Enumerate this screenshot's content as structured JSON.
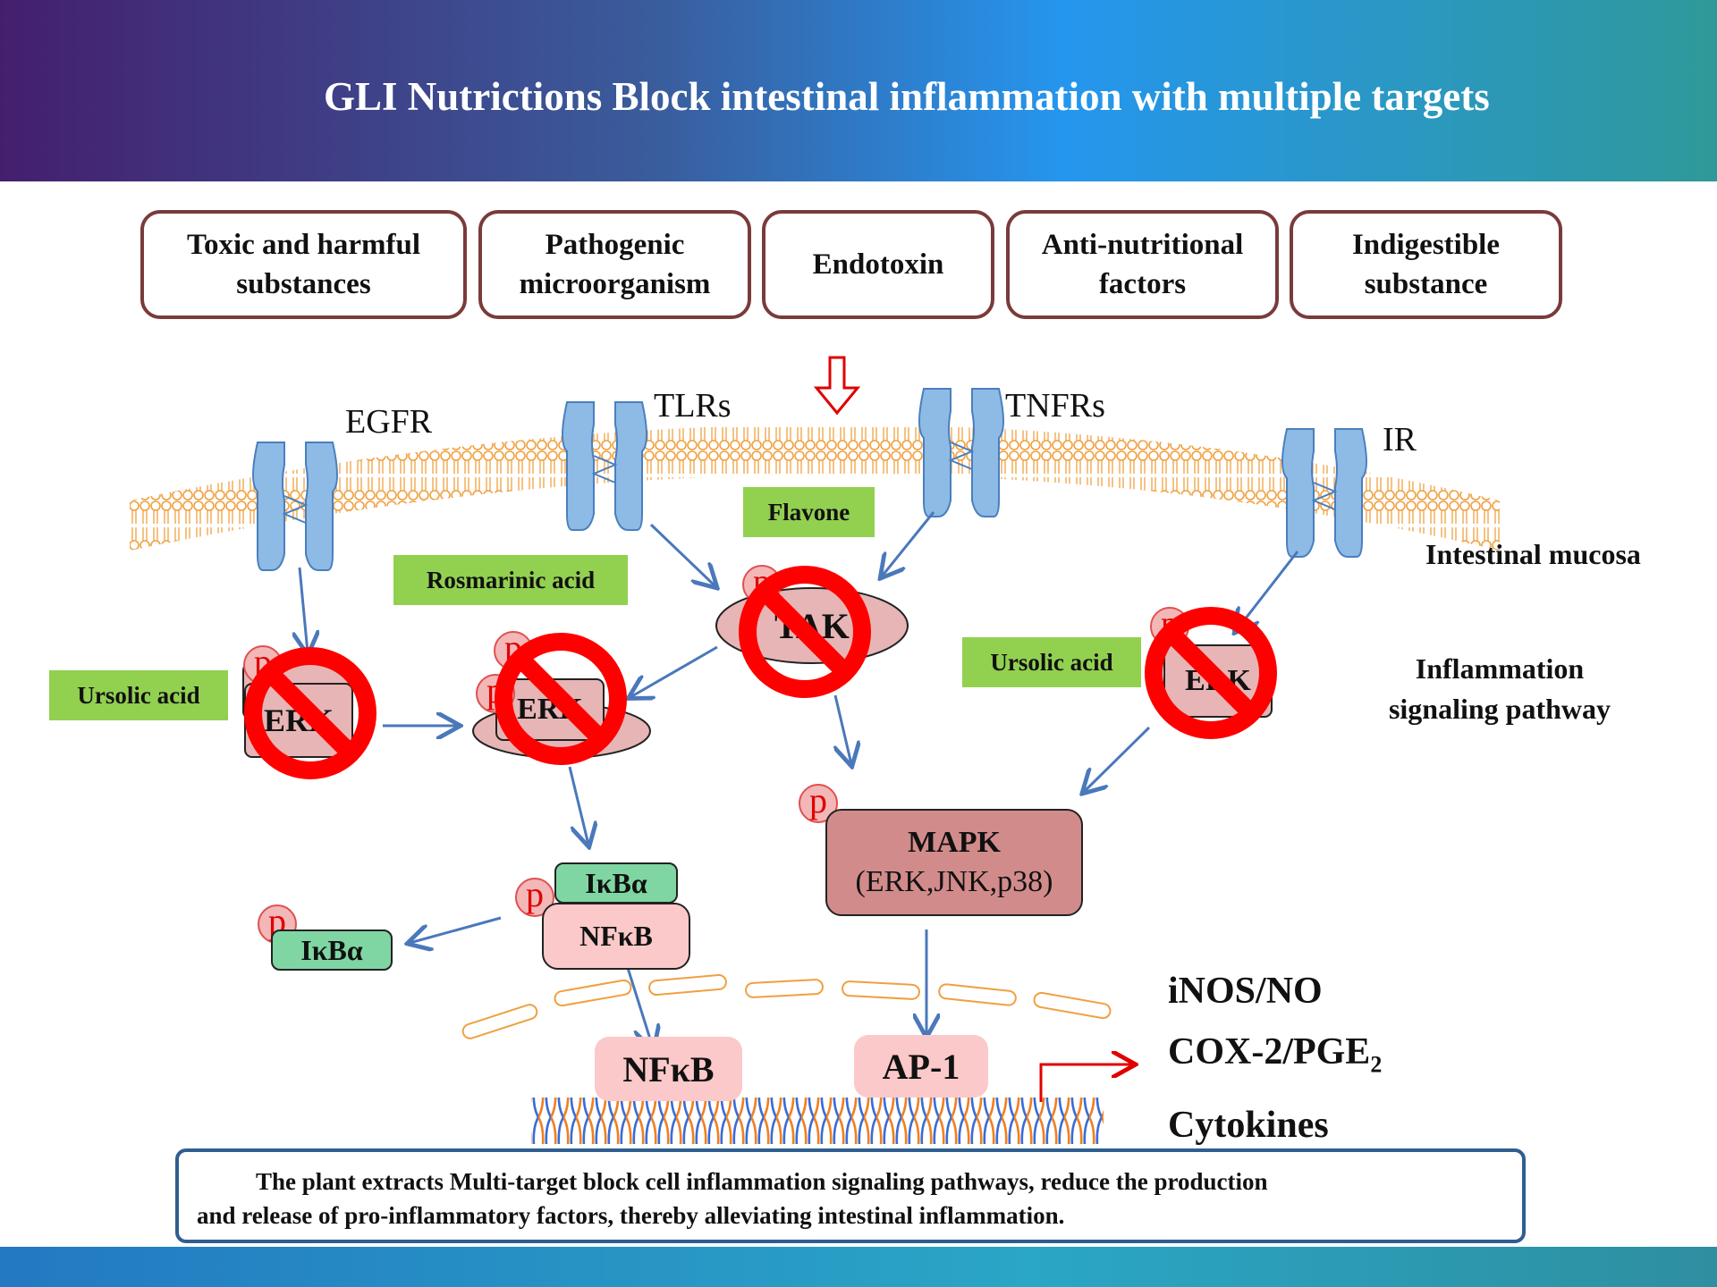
{
  "title": "GLI Nutrictions Block intestinal inflammation with multiple targets",
  "sources": [
    {
      "line1": "Toxic and harmful",
      "line2": "substances"
    },
    {
      "line1": "Pathogenic",
      "line2": "microorganism"
    },
    {
      "line1": "Endotoxin",
      "line2": ""
    },
    {
      "line1": "Anti-nutritional",
      "line2": "factors"
    },
    {
      "line1": "Indigestible",
      "line2": "substance"
    }
  ],
  "receptors": [
    "EGFR",
    "TLRs",
    "TNFRs",
    "IR"
  ],
  "membrane_label": "Intestinal mucosa",
  "pathway_label": {
    "line1": "Inflammation",
    "line2": "signaling pathway"
  },
  "compounds": {
    "ursolic_left": "Ursolic acid",
    "rosmarinic": "Rosmarinic acid",
    "flavone": "Flavone",
    "ursolic_right": "Ursolic acid"
  },
  "kinases": {
    "erk_left": "ERK",
    "erk_mid": "ERK",
    "tak": "TAK",
    "erk_right": "ERK"
  },
  "phospho_mark": "p",
  "ikba": "IκBα",
  "ikba_free": "IκBα",
  "nfkb_complex": "NFκB",
  "mapk": {
    "name": "MAPK",
    "members": "(ERK,JNK,p38)"
  },
  "nucleus": {
    "nfkb": "NFκB",
    "ap1": "AP-1"
  },
  "outputs": {
    "line1": "iNOS/NO",
    "line2_main": "COX-2/PGE",
    "line2_sub": "2",
    "line3": "Cytokines"
  },
  "summary": {
    "line1": "The plant extracts Multi-target block cell inflammation signaling pathways, reduce the production",
    "line2": "and release of pro-inflammatory factors, thereby alleviating intestinal inflammation."
  },
  "colors": {
    "arrow": "#4a78bb",
    "inhibit": "#ff0000",
    "tag_green": "#92d050",
    "membrane": "#f0a040",
    "receptor": "#8dbbe6",
    "box_border": "#7a3b3b"
  }
}
